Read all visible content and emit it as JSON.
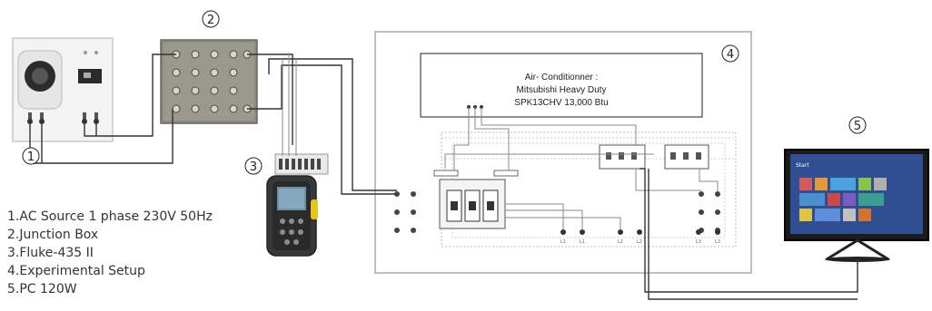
{
  "markers": [
    "1",
    "2",
    "3",
    "4",
    "5"
  ],
  "ac_label": {
    "line1": "Air- Conditionner :",
    "line2": "Mitsubishi Heavy Duty",
    "line3": "SPK13CHV 13,000 Btu"
  },
  "legend": [
    "1.AC Source 1 phase 230V 50Hz",
    "2.Junction Box",
    "3.Fluke-435 II",
    "4.Experimental Setup",
    "5.PC 120W"
  ],
  "terminal_labels": [
    "L1",
    "L1",
    "L2",
    "L2",
    "L3",
    "L3"
  ],
  "pc_screen": {
    "title": "Start"
  }
}
